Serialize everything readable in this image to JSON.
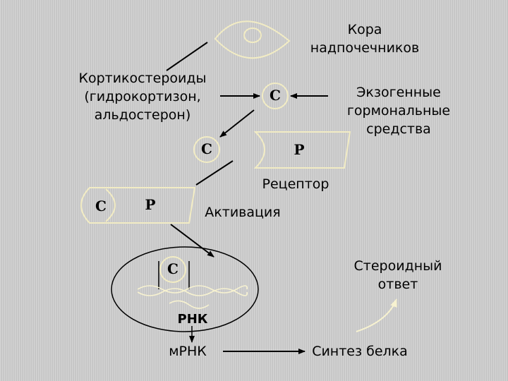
{
  "labels": {
    "adrenal_cortex": [
      "Кора",
      "надпочечников"
    ],
    "corticosteroids": [
      "Кортикостероиды",
      "(гидрокортизон,",
      "альдостерон)"
    ],
    "exogenous": [
      "Экзогенные",
      "гормональные",
      "средства"
    ],
    "receptor": "Рецептор",
    "activation": "Активация",
    "steroid_response": [
      "Стероидный",
      "ответ"
    ],
    "rna": "РНК",
    "mrna": "мРНК",
    "protein_synthesis": "Синтез белка"
  },
  "symbols": {
    "c_hormone": "С",
    "c_free": "С",
    "r_receptor": "Р",
    "c_complex": "С",
    "r_complex": "Р",
    "c_nucleus": "С"
  },
  "colors": {
    "background": "#c8c8c8",
    "shape_stroke": "#f2ecc4",
    "arrow": "#000000"
  }
}
